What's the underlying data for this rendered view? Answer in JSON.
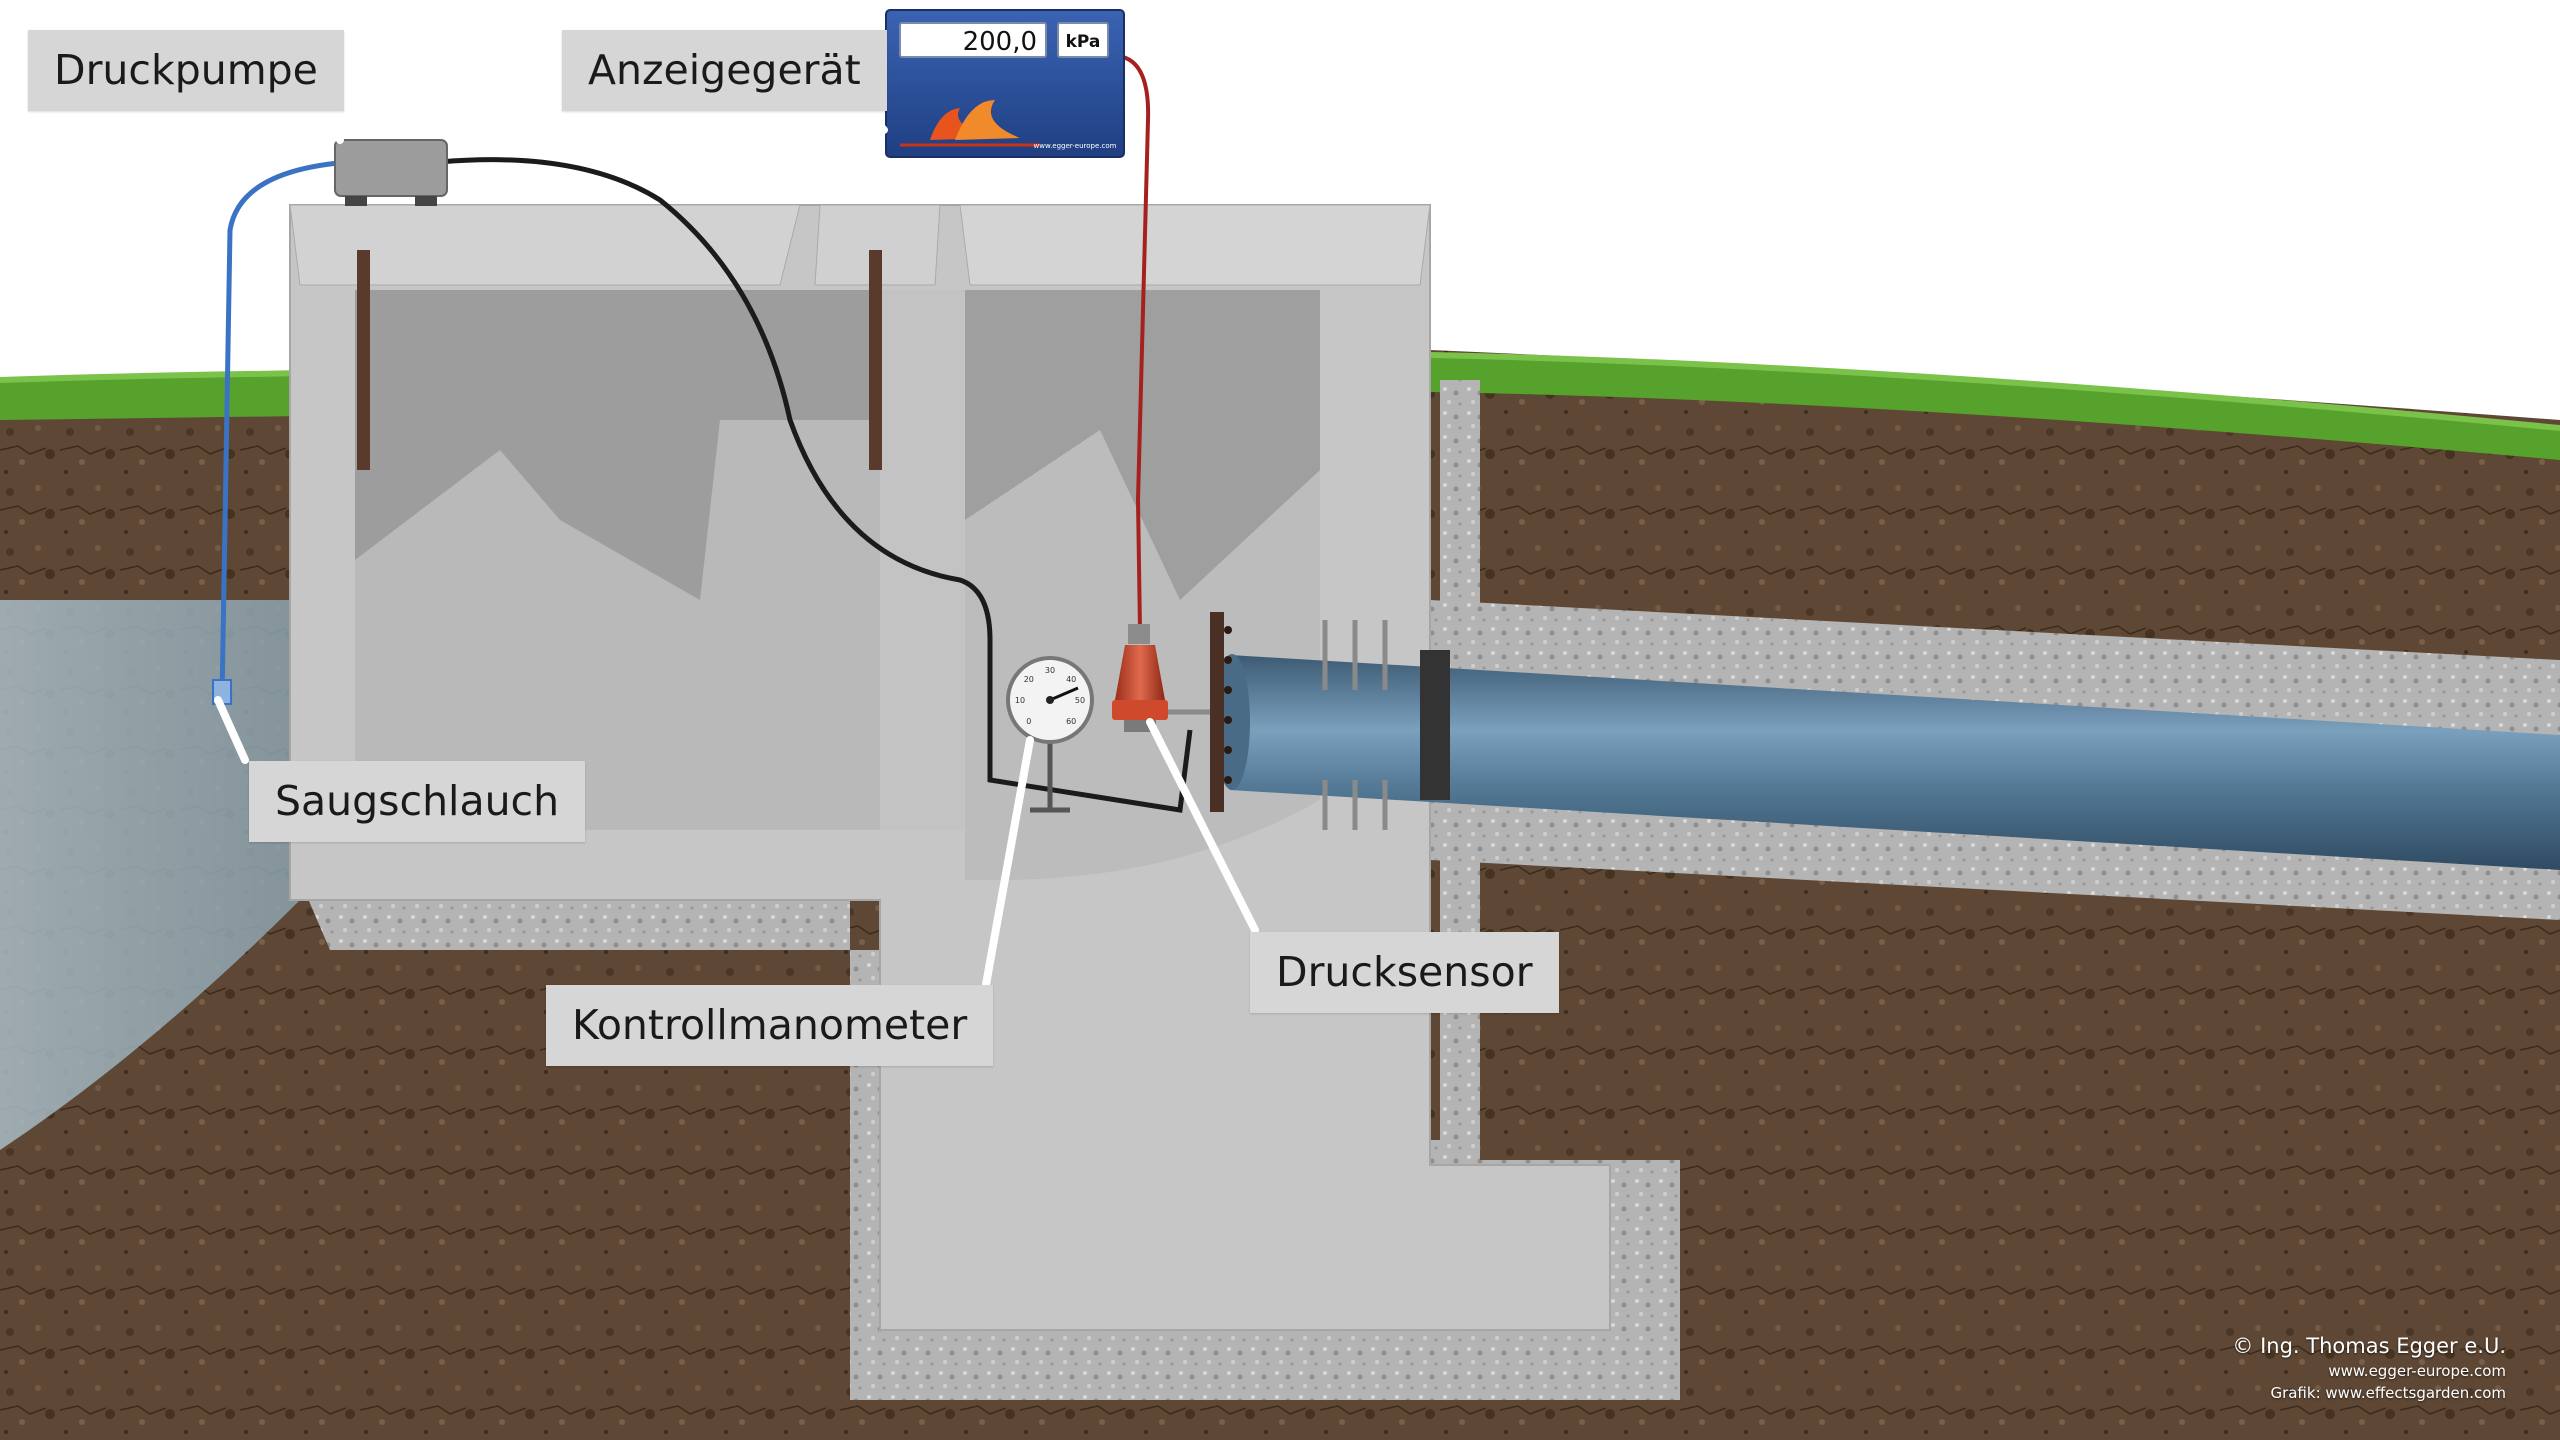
{
  "labels": {
    "druckpumpe": "Druckpumpe",
    "anzeigegeraet": "Anzeigegerät",
    "saugschlauch": "Saugschlauch",
    "kontrollmanometer": "Kontrollmanometer",
    "drucksensor": "Drucksensor"
  },
  "display": {
    "value": "200,0",
    "unit": "kPa",
    "brand_url": "www.egger-europe.com"
  },
  "gauge": {
    "ticks": [
      "0",
      "10",
      "20",
      "30",
      "40",
      "50",
      "60"
    ]
  },
  "credits": {
    "copyright": "© Ing. Thomas Egger e.U.",
    "website": "www.egger-europe.com",
    "graphic": "Grafik: www.effectsgarden.com"
  },
  "colors": {
    "soil": "#5a4332",
    "grass": "#4f9a2a",
    "concrete": "#c4c4c4",
    "gravel": "#b5b5b5",
    "water": "#9fb4bf",
    "pipe": "#4e6f8a",
    "display_panel": "#2d4f9a",
    "sensor": "#c8452c",
    "label_bg": "#d6d6d6"
  }
}
